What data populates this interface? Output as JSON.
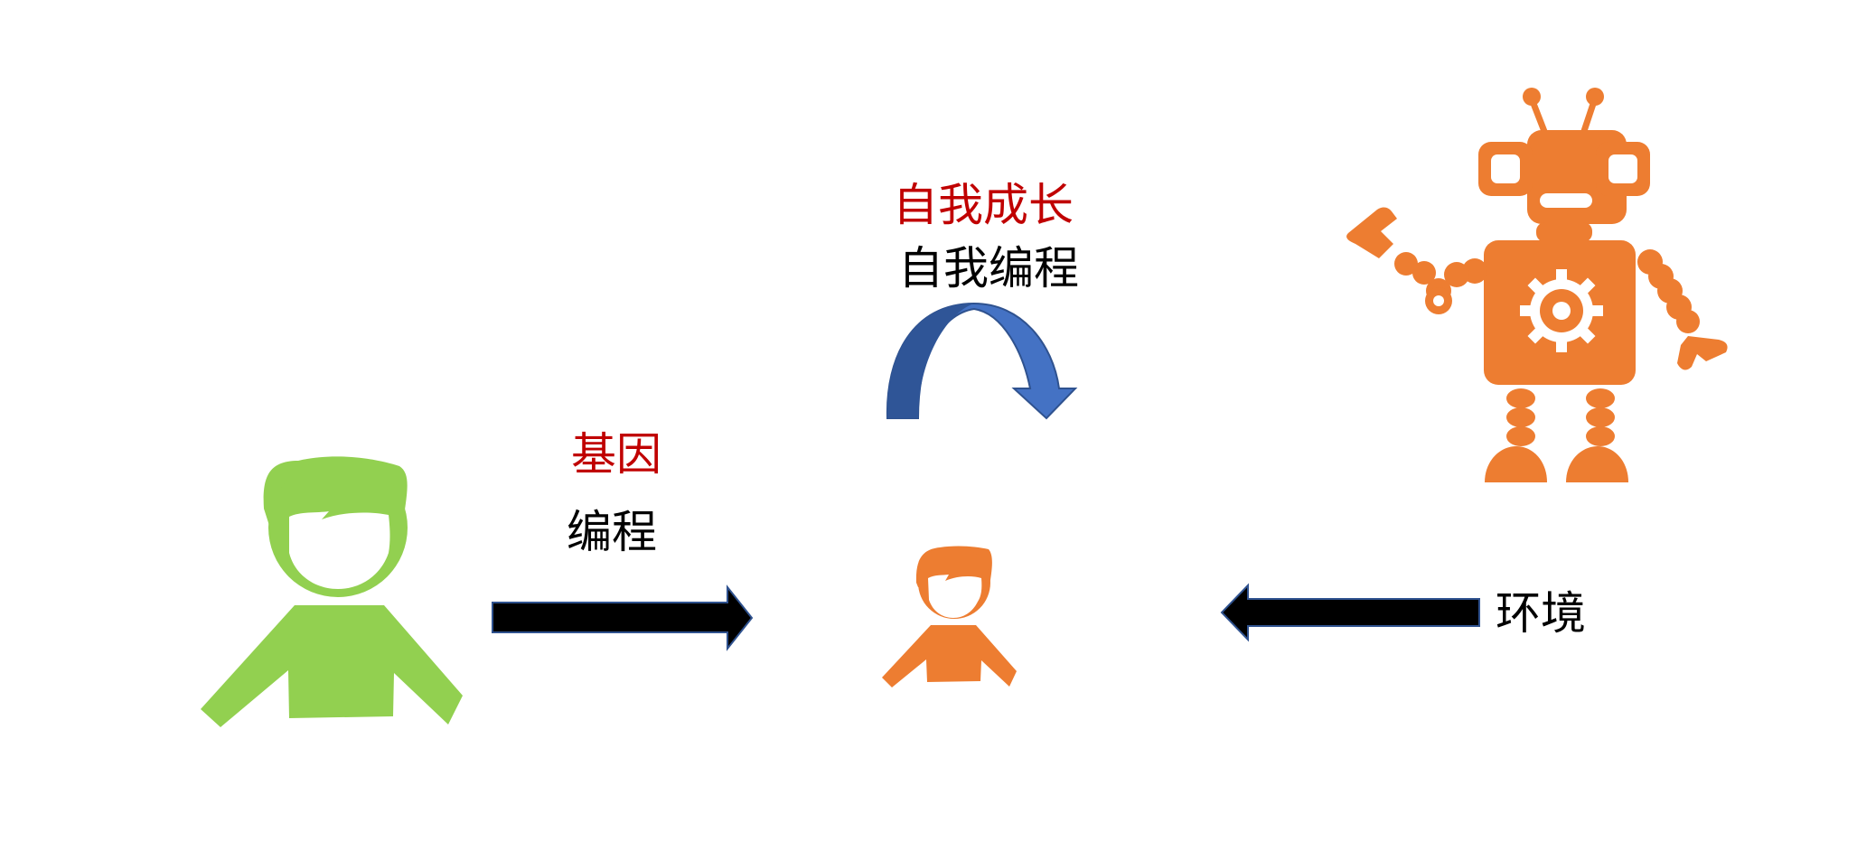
{
  "labels": {
    "gene": "基因",
    "programming": "编程",
    "self_growth": "自我成长",
    "self_programming": "自我编程",
    "environment": "环境"
  },
  "icons": {
    "adult": "person-icon",
    "child": "child-person-icon",
    "robot": "robot-icon",
    "arrow_right": "right-arrow-icon",
    "arrow_left": "left-arrow-icon",
    "curved_arrow": "curved-arrow-icon"
  },
  "colors": {
    "adult_person": "#92d050",
    "child_person": "#ed7d31",
    "robot": "#ed7d31",
    "arrows": "#000000",
    "arrow_outline": "#2f528f",
    "curved_arrow": "#4472c4",
    "emphasis_text": "#c00000"
  }
}
